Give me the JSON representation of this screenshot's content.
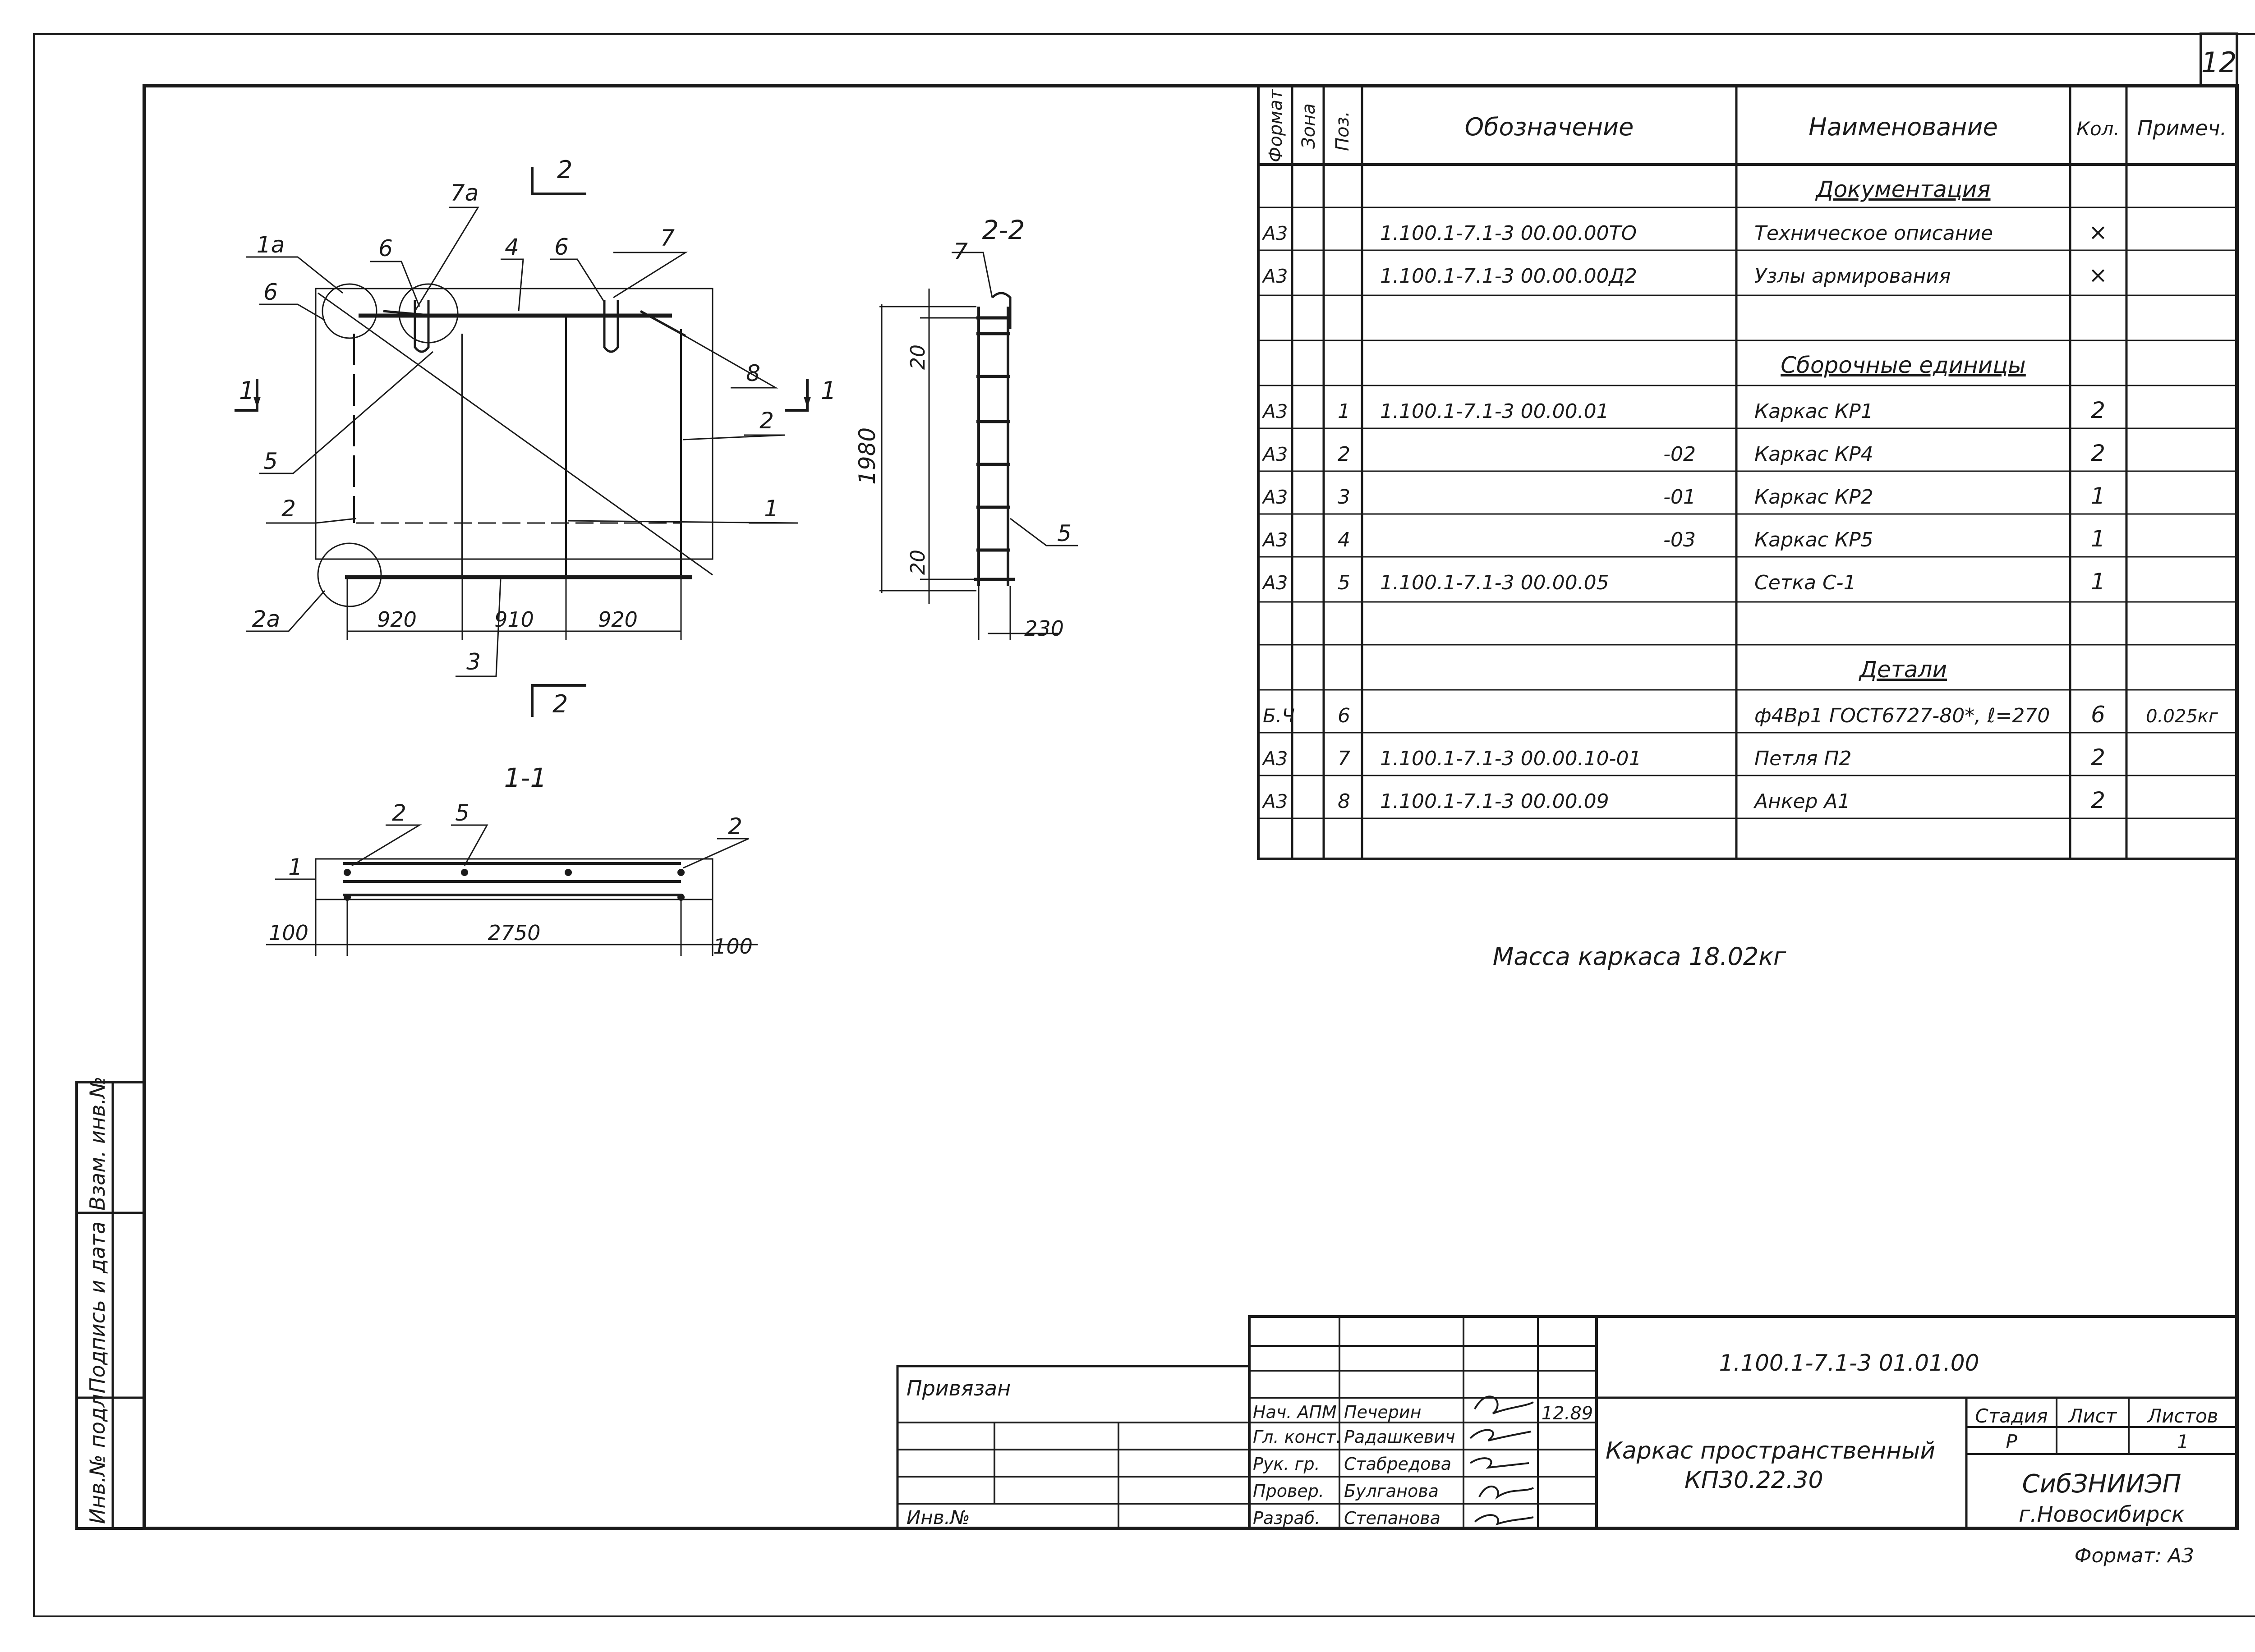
{
  "sheet_number": "12",
  "spec_table": {
    "headers": {
      "format": "Формат",
      "zone": "Зона",
      "pos": "Поз.",
      "designation": "Обозначение",
      "name": "Наименование",
      "qty": "Кол.",
      "note": "Примеч."
    },
    "rows": [
      {
        "format": "",
        "pos": "",
        "designation": "",
        "name": "Документация",
        "qty": "",
        "note": "",
        "section": true
      },
      {
        "format": "А3",
        "pos": "",
        "designation": "1.100.1-7.1-3      00.00.00ТО",
        "name": "Техническое описание",
        "qty": "×",
        "note": ""
      },
      {
        "format": "А3",
        "pos": "",
        "designation": "1.100.1-7.1-3      00.00.00Д2",
        "name": "Узлы армирования",
        "qty": "×",
        "note": ""
      },
      {
        "format": "",
        "pos": "",
        "designation": "",
        "name": "",
        "qty": "",
        "note": ""
      },
      {
        "format": "",
        "pos": "",
        "designation": "",
        "name": "Сборочные единицы",
        "qty": "",
        "note": "",
        "section": true
      },
      {
        "format": "А3",
        "pos": "1",
        "designation": "1.100.1-7.1-3      00.00.01",
        "name": "Каркас  КР1",
        "qty": "2",
        "note": ""
      },
      {
        "format": "А3",
        "pos": "2",
        "designation": "-02",
        "name": "Каркас  КР4",
        "qty": "2",
        "note": "",
        "right": true
      },
      {
        "format": "А3",
        "pos": "3",
        "designation": "-01",
        "name": "Каркас  КР2",
        "qty": "1",
        "note": "",
        "right": true
      },
      {
        "format": "А3",
        "pos": "4",
        "designation": "-03",
        "name": "Каркас  КР5",
        "qty": "1",
        "note": "",
        "right": true
      },
      {
        "format": "А3",
        "pos": "5",
        "designation": "1.100.1-7.1-3      00.00.05",
        "name": "Сетка  С-1",
        "qty": "1",
        "note": ""
      },
      {
        "format": "",
        "pos": "",
        "designation": "",
        "name": "",
        "qty": "",
        "note": ""
      },
      {
        "format": "",
        "pos": "",
        "designation": "",
        "name": "Детали",
        "qty": "",
        "note": "",
        "section": true
      },
      {
        "format": "Б.Ч",
        "pos": "6",
        "designation": "",
        "name": "ф4Вр1 ГОСТ6727-80*, ℓ=270",
        "qty": "6",
        "note": "0.025кг"
      },
      {
        "format": "А3",
        "pos": "7",
        "designation": "1.100.1-7.1-3      00.00.10-01",
        "name": "Петля  П2",
        "qty": "2",
        "note": ""
      },
      {
        "format": "А3",
        "pos": "8",
        "designation": "1.100.1-7.1-3      00.00.09",
        "name": "Анкер  А1",
        "qty": "2",
        "note": ""
      },
      {
        "format": "",
        "pos": "",
        "designation": "",
        "name": "",
        "qty": "",
        "note": ""
      }
    ]
  },
  "mass_note": "Масса каркаса 18.02кг",
  "views": {
    "view_2_2": "2-2",
    "view_1_1": "1-1",
    "section_mark_1": "1",
    "section_mark_2": "2"
  },
  "dimensions": {
    "plan_920_left": "920",
    "plan_910": "910",
    "plan_920_right": "920",
    "side_1980": "1980",
    "side_20_top": "20",
    "side_20_bottom": "20",
    "side_230": "230",
    "sect_100_left": "100",
    "sect_2750": "2750",
    "sect_100_right": "100"
  },
  "callouts": {
    "c1a": "1а",
    "c6a": "6",
    "c6b": "6",
    "c7a": "7а",
    "c4": "4",
    "c6c": "6",
    "c7": "7",
    "c8": "8",
    "c2r": "2",
    "c5": "5",
    "c2l": "2",
    "c1": "1",
    "c2a": "2а",
    "c3": "3",
    "s_c7": "7",
    "s_c5": "5",
    "x_c1": "1",
    "x_c2l": "2",
    "x_c5": "5",
    "x_c2r": "2"
  },
  "side_stamp": {
    "inv_orig": "Инв.№ подл.",
    "sign_date": "Подпись и дата",
    "vzam": "Взам. инв.№"
  },
  "binding": {
    "privyazan": "Привязан",
    "inv_no": "Инв.№"
  },
  "title_block": {
    "doc_code": "1.100.1-7.1-3        01.01.00",
    "title_line1": "Каркас пространственный",
    "title_line2": "КП30.22.30",
    "stage_label": "Стадия",
    "sheet_label": "Лист",
    "sheets_label": "Листов",
    "stage_value": "Р",
    "sheets_value": "1",
    "org_line1": "СибЗНИИЭП",
    "org_line2": "г.Новосибирск",
    "format_label": "Формат: А3",
    "date": "12.89",
    "roles": [
      {
        "role": "Нач. АПМ",
        "name": "Печерин"
      },
      {
        "role": "Гл. конст.",
        "name": "Радашкевич"
      },
      {
        "role": "Рук. гр.",
        "name": "Стабредова"
      },
      {
        "role": "Провер.",
        "name": "Булганова"
      },
      {
        "role": "Разраб.",
        "name": "Степанова"
      }
    ]
  }
}
